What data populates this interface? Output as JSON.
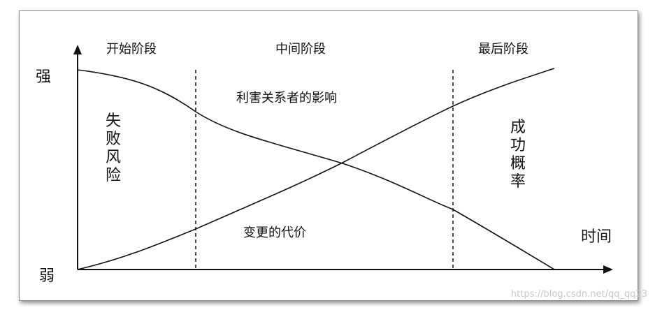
{
  "stages": {
    "start": "开始阶段",
    "middle": "中间阶段",
    "final": "最后阶段"
  },
  "axis": {
    "y_high": "强",
    "y_low": "弱",
    "x_label": "时间"
  },
  "curves": {
    "stakeholder_influence": "利害关系者的影响",
    "cost_of_change": "变更的代价"
  },
  "regions": {
    "risk_of_failure": [
      "失",
      "败",
      "风",
      "险"
    ],
    "probability_of_success": [
      "成",
      "功",
      "概",
      "率"
    ]
  },
  "watermark": "https://blog.csdn.net/qq_qq23",
  "colors": {
    "line": "#111111",
    "frame_shadow": "#8a8a8a"
  }
}
